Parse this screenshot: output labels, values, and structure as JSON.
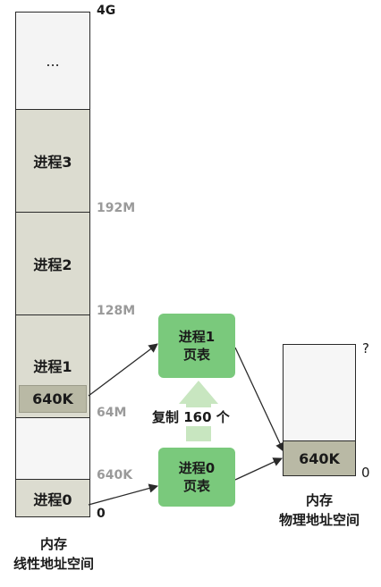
{
  "linear_space": {
    "segments": {
      "top": "...",
      "process3": "进程3",
      "process2": "进程2",
      "process1": "进程1",
      "process0": "进程0"
    },
    "chip_label": "640K",
    "ticks": {
      "t4g": "4G",
      "t192m": "192M",
      "t128m": "128M",
      "t64m": "64M",
      "t640k": "640K",
      "t0": "0"
    },
    "caption_line1": "内存",
    "caption_line2": "线性地址空间"
  },
  "page_tables": {
    "process1_line1": "进程1",
    "process1_line2": "页表",
    "process0_line1": "进程0",
    "process0_line2": "页表",
    "copy_label": "复制 160 个"
  },
  "physical_space": {
    "chip_label": "640K",
    "top_mark": "?",
    "bottom_mark": "0",
    "caption_line1": "内存",
    "caption_line2": "物理地址空间"
  },
  "colors": {
    "page_table_green": "#7ac97c",
    "copy_arrow_green": "#c8e6c0",
    "segment_gray": "#dcdcd0",
    "chip_gray": "#b9b9a5"
  }
}
